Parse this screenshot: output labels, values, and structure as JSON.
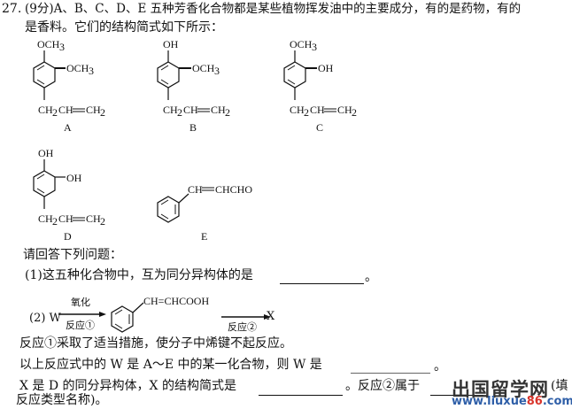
{
  "question": {
    "number": "27.",
    "line1": "(9分)A、B、C、D、E 五种芳香化合物都是某些植物挥发油中的主要成分，有的是药物，有的",
    "line2": "是香料。它们的结构简式如下所示："
  },
  "compounds": [
    {
      "label": "A",
      "top_sub": "OCH3",
      "side_sub": "OCH3",
      "chain": "CH2CH=CH2"
    },
    {
      "label": "B",
      "top_sub": "OH",
      "side_sub": "OCH3",
      "chain": "CH2CH=CH2"
    },
    {
      "label": "C",
      "top_sub": "OCH3",
      "side_sub": "OH",
      "chain": "CH2CH=CH2"
    },
    {
      "label": "D",
      "top_sub": "OH",
      "side_sub": "OH",
      "chain": "CH2CH=CH2"
    },
    {
      "label": "E",
      "chain": "CH=CHCHO"
    }
  ],
  "prompt": "请回答下列问题：",
  "q1": {
    "text": "(1)这五种化合物中，互为同分异构体的是",
    "end": "。"
  },
  "q2": {
    "prefix": "(2) W",
    "arrow1_top": "氧化",
    "arrow1_bottom": "反应①",
    "product_chain": "CH=CHCOOH",
    "arrow2_bottom": "反应②",
    "product2": "X",
    "note": "反应①采取了适当措施，使分子中烯键不起反应。",
    "line_w": "以上反应式中的 W 是 A～E 中的某一化合物，则 W 是",
    "line_w_end": "。",
    "line_x": "X 是 D 的同分异构体，X 的结构简式是",
    "line_x_mid": "。反应②属于",
    "line_x_end": "(填",
    "line_last": "反应类型名称)。"
  },
  "watermark": {
    "cn": "出国留学网",
    "url_pre": "www.liuxue",
    "url_num": "86",
    "url_post": ".com"
  }
}
